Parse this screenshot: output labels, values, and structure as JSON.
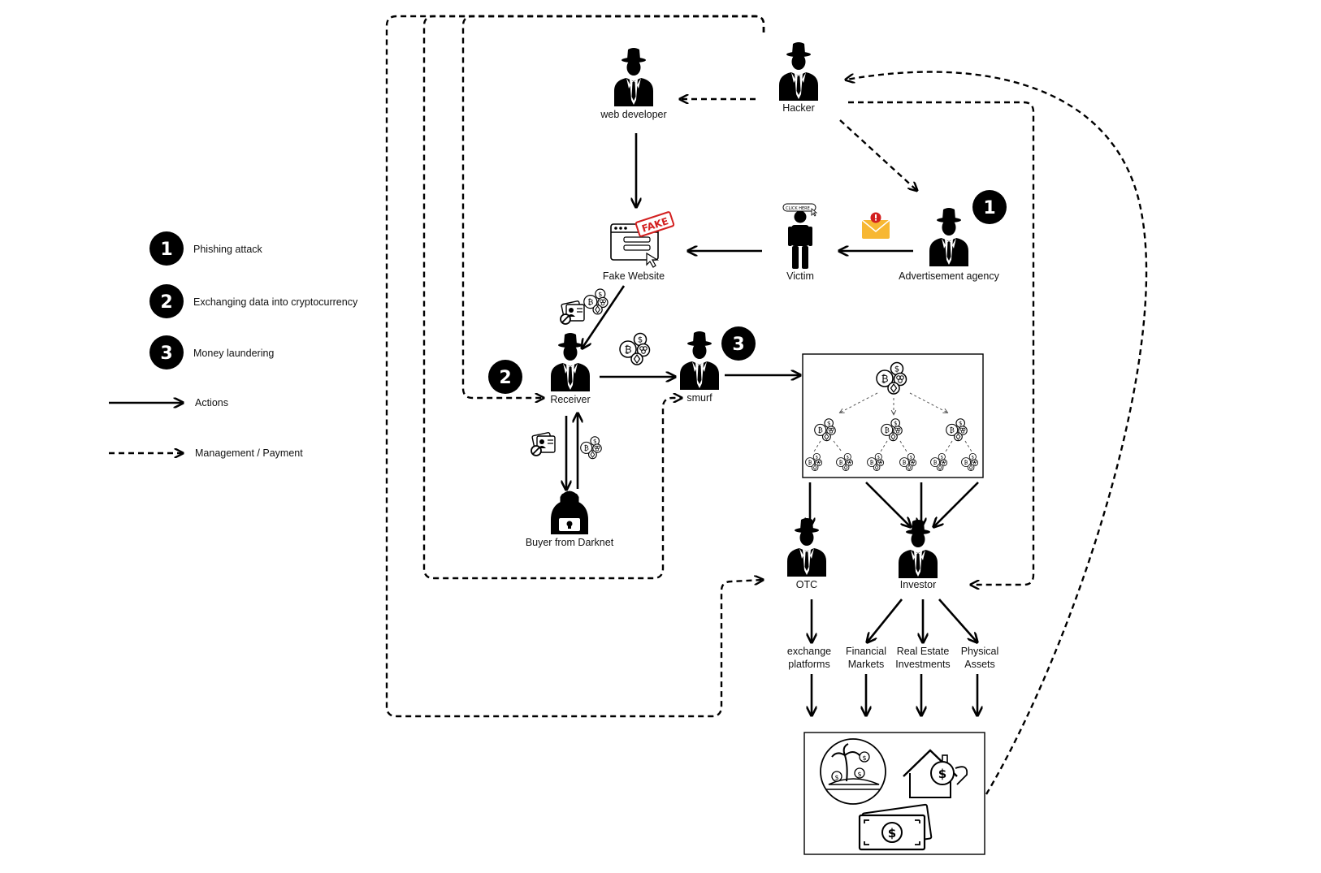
{
  "legend": {
    "items": [
      {
        "num": "1",
        "text": "Phishing attack"
      },
      {
        "num": "2",
        "text": "Exchanging data into cryptocurrency"
      },
      {
        "num": "3",
        "text": "Money laundering"
      }
    ],
    "actions_label": "Actions",
    "management_label": "Management / Payment"
  },
  "nodes": {
    "hacker": "Hacker",
    "web_developer": "web developer",
    "fake_website": "Fake Website",
    "victim": "Victim",
    "ad_agency": "Advertisement agency",
    "receiver": "Receiver",
    "smurf": "smurf",
    "buyer": "Buyer from Darknet",
    "otc": "OTC",
    "investor": "Investor"
  },
  "step_badges": {
    "one": "1",
    "two": "2",
    "three": "3"
  },
  "destinations": {
    "exchange_1": "exchange",
    "exchange_2": "platforms",
    "financial_1": "Financial",
    "financial_2": "Markets",
    "realestate_1": "Real Estate",
    "realestate_2": "Investments",
    "physical_1": "Physical",
    "physical_2": "Assets"
  },
  "icons": {
    "fake_stamp": "FAKE",
    "click_here": "CLICK HERE"
  }
}
